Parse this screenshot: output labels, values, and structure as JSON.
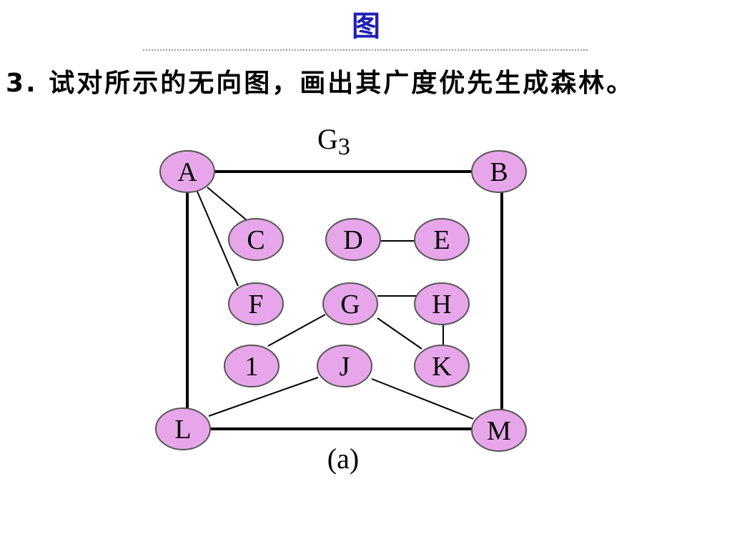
{
  "slide": {
    "title": "图",
    "question": "3. 试对所示的无向图，画出其广度优先生成森林。"
  },
  "graph": {
    "name": "G",
    "name_subscript": "3",
    "caption": "(a)",
    "node_fill": "#e8a6ea",
    "node_stroke": "#555555",
    "edge_color": "#000000",
    "nodes": [
      {
        "id": "A",
        "label": "A"
      },
      {
        "id": "B",
        "label": "B"
      },
      {
        "id": "C",
        "label": "C"
      },
      {
        "id": "D",
        "label": "D"
      },
      {
        "id": "E",
        "label": "E"
      },
      {
        "id": "F",
        "label": "F"
      },
      {
        "id": "G",
        "label": "G"
      },
      {
        "id": "H",
        "label": "H"
      },
      {
        "id": "1",
        "label": "1"
      },
      {
        "id": "J",
        "label": "J"
      },
      {
        "id": "K",
        "label": "K"
      },
      {
        "id": "L",
        "label": "L"
      },
      {
        "id": "M",
        "label": "M"
      }
    ],
    "edges": [
      [
        "A",
        "B"
      ],
      [
        "A",
        "C"
      ],
      [
        "A",
        "F"
      ],
      [
        "A",
        "L"
      ],
      [
        "B",
        "M"
      ],
      [
        "D",
        "E"
      ],
      [
        "G",
        "H"
      ],
      [
        "G",
        "K"
      ],
      [
        "G",
        "1"
      ],
      [
        "H",
        "K"
      ],
      [
        "J",
        "L"
      ],
      [
        "J",
        "M"
      ],
      [
        "L",
        "M"
      ]
    ]
  }
}
